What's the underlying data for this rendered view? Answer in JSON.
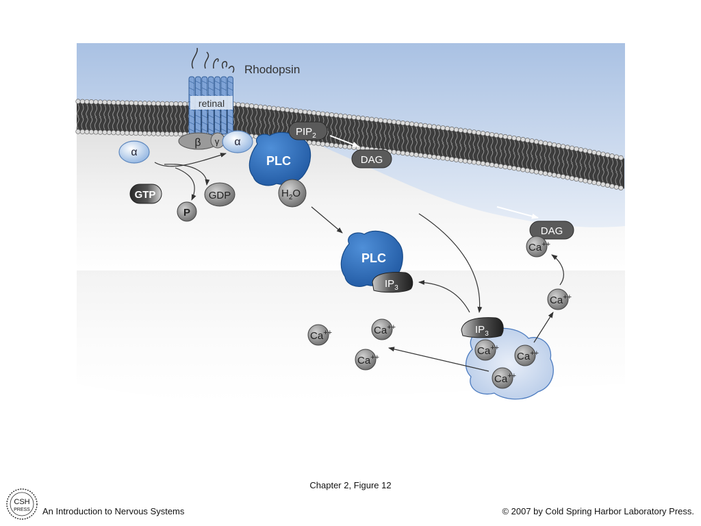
{
  "figure": {
    "rhodopsin_label": "Rhodopsin",
    "retinal_label": "retinal",
    "alpha": "α",
    "beta": "β",
    "gamma": "γ",
    "gtp": "GTP",
    "gdp": "GDP",
    "p": "P",
    "plc": "PLC",
    "pip2": "PIP",
    "pip2_sub": "2",
    "dag": "DAG",
    "h2o_h": "H",
    "h2o_sub": "2",
    "h2o_o": "O",
    "ip3": "IP",
    "ip3_sub": "3",
    "ca": "Ca",
    "ca_sup": "++"
  },
  "footer": {
    "caption": "Chapter 2, Figure 12",
    "book_title": "An Introduction to Nervous Systems",
    "copyright": "© 2007 by Cold Spring Harbor Laboratory Press.",
    "logo_top": "CSH",
    "logo_bottom": "PRESS"
  },
  "colors": {
    "plc_blue": "#2b6cb8",
    "membrane": "#4a4a4a",
    "sky_top": "#a9c1e3"
  }
}
